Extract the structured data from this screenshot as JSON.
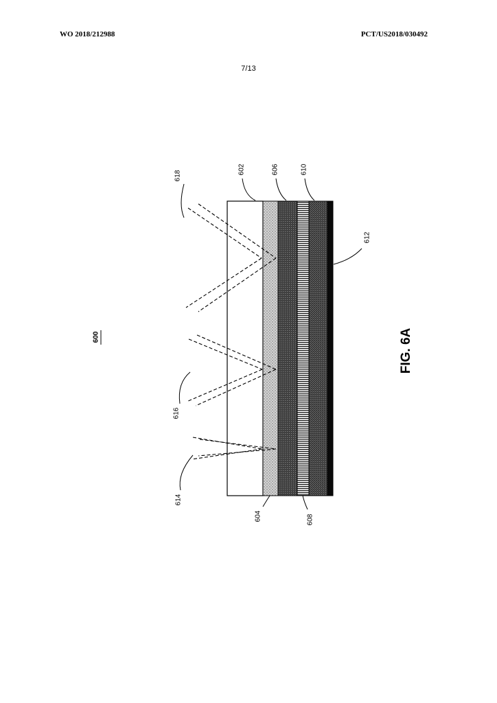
{
  "header": {
    "pub_number": "WO 2018/212988",
    "app_number": "PCT/US2018/030492",
    "sheet": "7/13"
  },
  "figure": {
    "title": "FIG. 6A",
    "ref_main": "600",
    "labels": {
      "r602": "602",
      "r604": "604",
      "r606": "606",
      "r608": "608",
      "r610": "610",
      "r612": "612",
      "r614": "614",
      "r616": "616",
      "r618": "618"
    }
  }
}
